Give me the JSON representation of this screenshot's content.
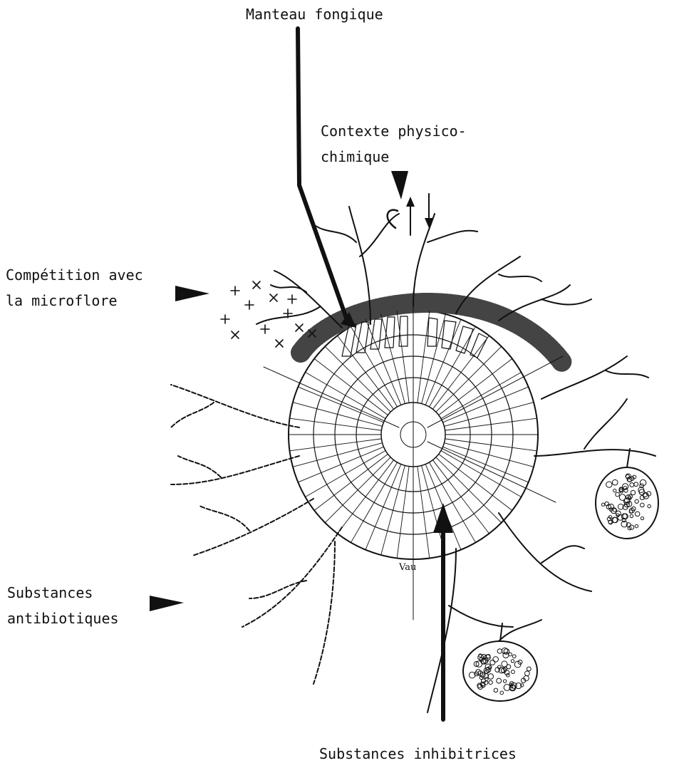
{
  "labels": {
    "manteau": "Manteau fongique",
    "contexte": [
      "Contexte physico-",
      "chimique"
    ],
    "competition": [
      "Compétition avec",
      "la microflore"
    ],
    "antibiotiques": [
      "Substances",
      "antibiotiques"
    ],
    "inhibitrices": "Substances inhibitrices"
  },
  "signature": "Vau",
  "colors": {
    "ink": "#111111",
    "paper": "#ffffff"
  }
}
